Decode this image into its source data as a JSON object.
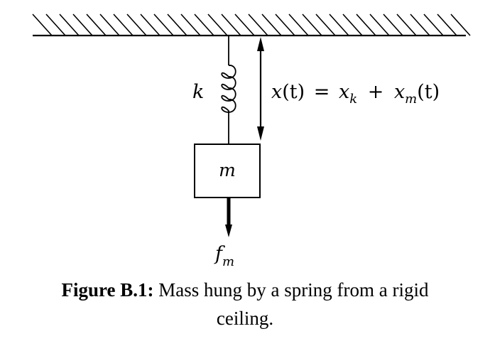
{
  "diagram": {
    "spring_label": "k",
    "mass_label": "m",
    "force_label_main": "f",
    "force_label_sub": "m",
    "displacement": {
      "lhs_var": "x",
      "lhs_arg": "(t)",
      "equals": "=",
      "term1_var": "x",
      "term1_sub": "k",
      "plus": "+",
      "term2_var": "x",
      "term2_sub": "m",
      "term2_arg": "(t)"
    }
  },
  "caption": {
    "label": "Figure B.1:",
    "text_line1": "Mass hung by a spring from a rigid",
    "text_line2": "ceiling."
  }
}
